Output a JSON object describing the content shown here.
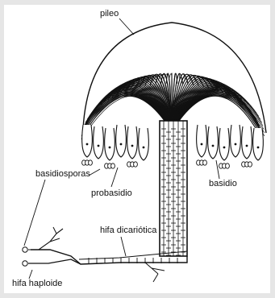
{
  "figure": {
    "labels": {
      "pileo": "pileo",
      "basidiosporas": "basidiosporas",
      "probasidio": "probasidio",
      "basidio": "basidio",
      "hifa_dicariotica": "hifa dicariótica",
      "hifa_haploide": "hifa haploide"
    }
  },
  "colors": {
    "frame": "#e6e6e6",
    "background": "#ffffff",
    "ink": "#111111"
  }
}
